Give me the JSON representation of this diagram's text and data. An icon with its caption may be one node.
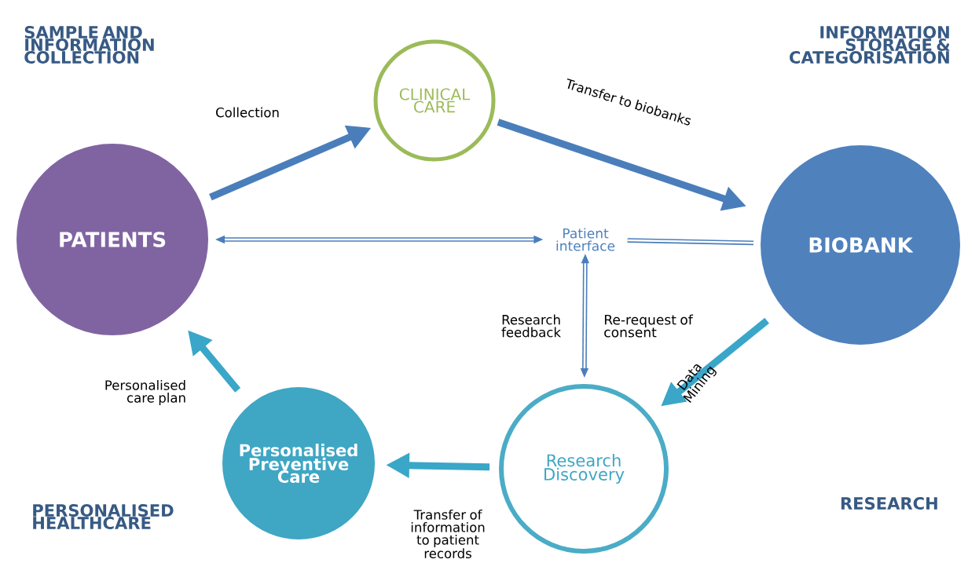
{
  "diagram": {
    "nodes": [
      {
        "text": [
          "PATIENTS"
        ]
      },
      {
        "text": [
          "CLINICAL CARE"
        ]
      },
      {
        "text": [
          "Patient interface"
        ]
      },
      {
        "text": [
          "BIOBANK"
        ]
      },
      {
        "text": [
          "Personalised Preventive Care"
        ]
      },
      {
        "text": [
          "Research Discovery"
        ]
      }
    ],
    "edges": [
      {
        "from": 0,
        "to": 1,
        "arrow": "to",
        "label": "Collection"
      },
      {
        "from": 1,
        "to": 3,
        "arrow": "to",
        "label": "Transfer to biobanks"
      },
      {
        "from": 2,
        "to": 0,
        "arrow": "both"
      },
      {
        "from": 2,
        "to": 3,
        "arrow": "none"
      },
      {
        "from": 2,
        "to": 5,
        "arrow": "both",
        "label": "Research feedback"
      },
      {
        "from": 3,
        "to": 5,
        "arrow": "to",
        "label": "Data Mining",
        "color": "#3aa6c8"
      },
      {
        "from": 5,
        "to": 4,
        "arrow": "to",
        "label": "Transfer of information to patient records",
        "color": "#3aa6c8"
      },
      {
        "from": 4,
        "to": 0,
        "arrow": "to",
        "label": "Personalised care plan",
        "color": "#3aa6c8"
      }
    ],
    "labels": [
      "SAMPLE AND INFORMATION COLLECTION",
      "INFORMATION STORAGE & CATEGORISATION",
      "Re-request of consent",
      "PERSONALISED HEALTHCARE",
      "RESEARCH"
    ]
  }
}
